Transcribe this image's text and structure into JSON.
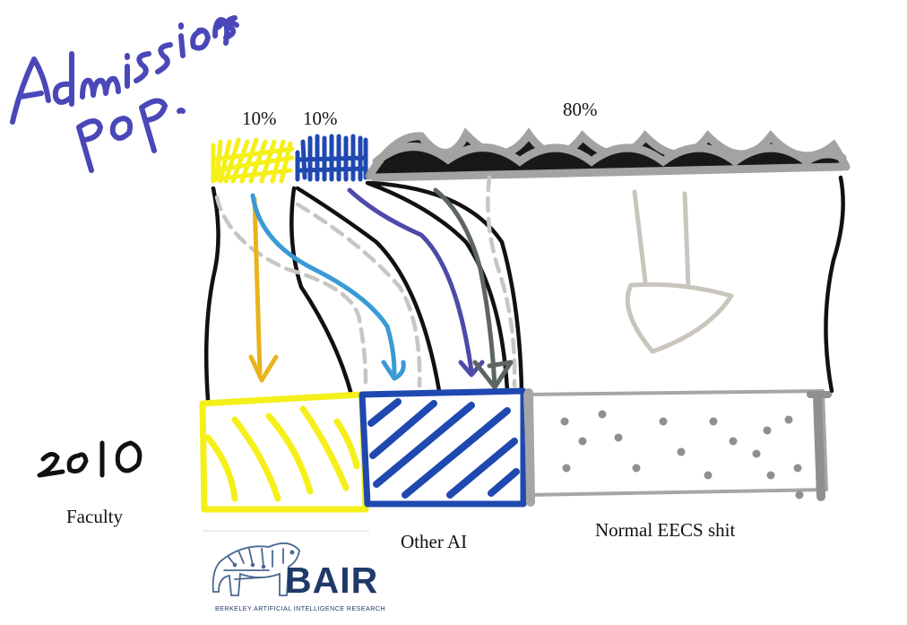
{
  "handwriting": {
    "title": "Admissions pop.",
    "year": "2010"
  },
  "top_labels": {
    "bair_pct": "10%",
    "other_ai_pct": "10%",
    "eecs_pct": "80%"
  },
  "bottom_labels": {
    "faculty": "Faculty",
    "other_ai": "Other AI",
    "normal": "Normal EECS shit"
  },
  "logo": {
    "word": "BAIR",
    "subtitle": "BERKELEY ARTIFICIAL INTELLIGENCE RESEARCH"
  },
  "colors": {
    "bair_yellow": "#f5ef1a",
    "other_ai_blue": "#1f48b0",
    "eecs_gray": "#9a9a9a",
    "arrow_gold": "#e8b41c",
    "arrow_light_blue": "#3a9ad6",
    "arrow_purple": "#4d4aa8",
    "arrow_slate": "#5d6662",
    "handwriting_purple": "#4a48b8",
    "logo_navy": "#1f3a68"
  }
}
